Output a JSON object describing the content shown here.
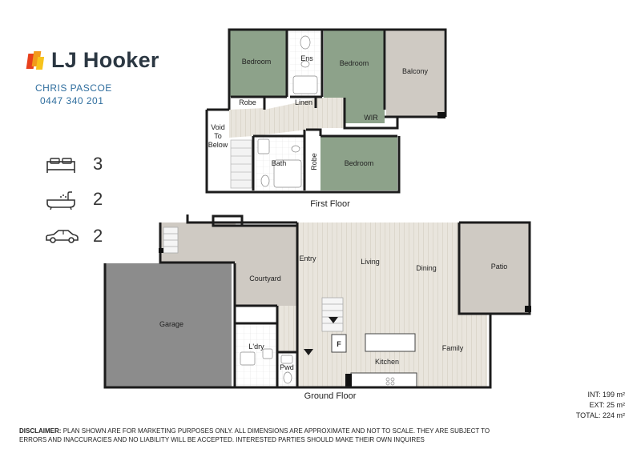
{
  "brand": {
    "name": "LJ Hooker"
  },
  "agent": {
    "name": "CHRIS PASCOE",
    "phone": "0447 340 201"
  },
  "features": [
    {
      "icon": "bed-icon",
      "count": "3"
    },
    {
      "icon": "bath-icon",
      "count": "2"
    },
    {
      "icon": "car-icon",
      "count": "2"
    }
  ],
  "first_floor": {
    "title": "First Floor",
    "rooms": {
      "bedroom1": "Bedroom",
      "ens": "Ens",
      "bedroom2": "Bedroom",
      "balcony": "Balcony",
      "robe1": "Robe",
      "linen": "Linen",
      "wir": "WIR",
      "void": [
        "Void",
        "To",
        "Below"
      ],
      "bath": "Bath",
      "robe2": "Robe",
      "bedroom3": "Bedroom"
    }
  },
  "ground_floor": {
    "title": "Ground Floor",
    "rooms": {
      "garage": "Garage",
      "courtyard": "Courtyard",
      "entry": "Entry",
      "living": "Living",
      "dining": "Dining",
      "patio": "Patio",
      "ldry": "L'dry",
      "pwd": "Pwd",
      "kitchen": "Kitchen",
      "family": "Family",
      "fridge": "F"
    }
  },
  "areas": {
    "int": "INT: 199 m²",
    "ext": "EXT: 25 m²",
    "total": "TOTAL: 224 m²"
  },
  "disclaimer": {
    "label": "DISCLAIMER:",
    "text": "PLAN SHOWN ARE FOR MARKETING PURPOSES ONLY. ALL DIMENSIONS ARE APPROXIMATE AND NOT TO SCALE. THEY ARE SUBJECT TO ERRORS AND INACCURACIES AND NO LIABILITY WILL BE ACCEPTED. INTERESTED PARTIES SHOULD MAKE THEIR OWN INQUIRES"
  }
}
